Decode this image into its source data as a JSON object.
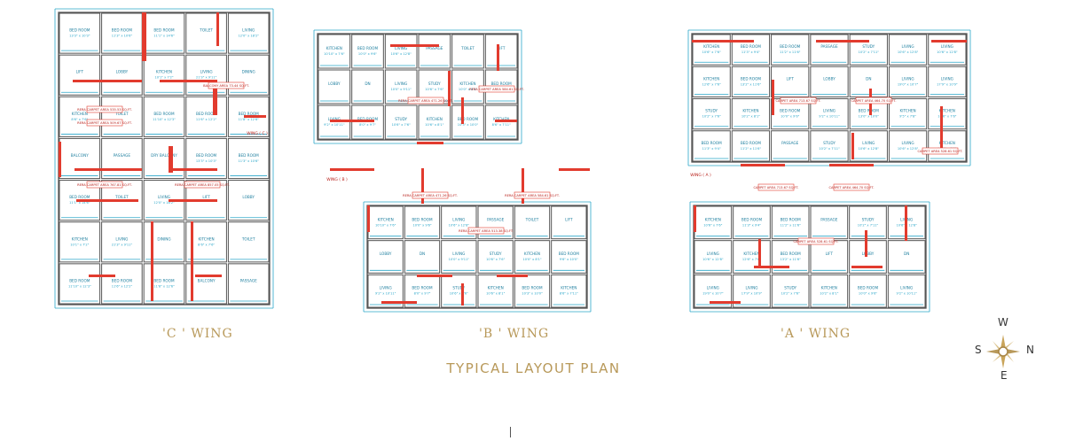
{
  "wings": [
    {
      "label": "'C ' WING",
      "key": "C",
      "rooms": [
        "BED ROOM 13'3\" x 10'3\"",
        "BED ROOM 11'3\" x 10'6\"",
        "BED ROOM 11'1\" x 14'6\"",
        "TOILET",
        "LIVING 12'0\" x 18'2\"",
        "LIFT",
        "LOBBY",
        "KITCHEN 10'1\" x 7'2\"",
        "LIVING 21'3\" x 9'11\"",
        "DINING",
        "KITCHEN 8'6\" x 7'6\"",
        "TOILET",
        "BED ROOM 11'10\" x 12'3\"",
        "BED ROOM 11'6\" x 12'2\"",
        "BED ROOM 11'8\" x 12'6\"",
        "BALCONY",
        "PASSAGE",
        "DRY BALCONY"
      ],
      "areas": [
        "RERA CARPET AREA 535.53 SQ.FT.",
        "RERA CARPET AREA 509.67 SQ.FT.",
        "RERA CARPET AREA 767.81 SQ.FT.",
        "RERA CARPET AREA 857.05 SQ.FT.",
        "BALCONY AREA 73.44 SQ.FT."
      ],
      "tag": "WING ( C )"
    },
    {
      "label": "'B ' WING",
      "key": "B",
      "rooms": [
        "KITCHEN 10'10\" x 7'6\"",
        "BED ROOM 10'0\" x 9'6\"",
        "LIVING 10'6\" x 12'8\"",
        "PASSAGE",
        "TOILET",
        "LIFT",
        "LOBBY",
        "DN",
        "LIVING 10'0\" x 9'11\"",
        "STUDY 10'6\" x 7'6\"",
        "KITCHEN 10'0\" x 8'1\"",
        "BED ROOM 9'6\" x 10'0\"",
        "LIVING 9'2\" x 10'11\"",
        "BED ROOM 8'0\" x 9'7\"",
        "STUDY 10'6\" x 7'6\"",
        "KITCHEN 10'6\" x 8'1\"",
        "BED ROOM 10'3\" x 10'0\"",
        "KITCHEN 8'6\" x 7'11\""
      ],
      "areas": [
        "RERA CARPET AREA 471.26 SQ.FT.",
        "RERA CARPET AREA 584.61 SQ.FT.",
        "RERA CARPET AREA 513.38 SQ.FT.",
        "RERA CARPET AREA 840.11 SQ.FT."
      ],
      "tag": "WING ( B )"
    },
    {
      "label": "'A ' WING",
      "key": "A",
      "rooms": [
        "KITCHEN 10'6\" x 7'6\"",
        "BED ROOM 11'3\" x 9'4\"",
        "BED ROOM 11'2\" x 11'6\"",
        "PASSAGE",
        "STUDY 10'2\" x 7'11\"",
        "LIVING 10'6\" x 12'8\"",
        "LIVING 10'6\" x 12'8\"",
        "KITCHEN 12'6\" x 7'6\"",
        "BED ROOM 13'2\" x 11'6\"",
        "LIFT",
        "LOBBY",
        "DN",
        "LIVING 19'0\" x 10'7\"",
        "LIVING 17'9\" x 10'9\"",
        "STUDY 10'2\" x 7'6\"",
        "KITCHEN 10'2\" x 8'1\"",
        "BED ROOM 10'0\" x 9'6\"",
        "LIVING 9'2\" x 10'11\"",
        "BED ROOM 13'0\" x 10'0\"",
        "KITCHEN 9'5\" x 7'8\""
      ],
      "areas": [
        "CARPET AREA 713.67 SQ.FT.",
        "CARPET AREA 464.70 SQ.FT.",
        "CARPET AREA 528.61 SQ.FT.",
        "CARPET AREA 551.67 SQ.FT.",
        "CARPET AREA 400.10 SQ.FT."
      ],
      "tag": "WING ( A )"
    }
  ],
  "title": "TYPICAL LAYOUT PLAN",
  "compass": {
    "w": "W",
    "s": "S",
    "n": "N",
    "e": "E"
  },
  "colors": {
    "wall": "#e23b2e",
    "wall_dark": "#b8201a",
    "dimension": "#2aa6c9",
    "line": "#555555",
    "label": "#b8995a",
    "compass_gold": "#c9a45a"
  }
}
